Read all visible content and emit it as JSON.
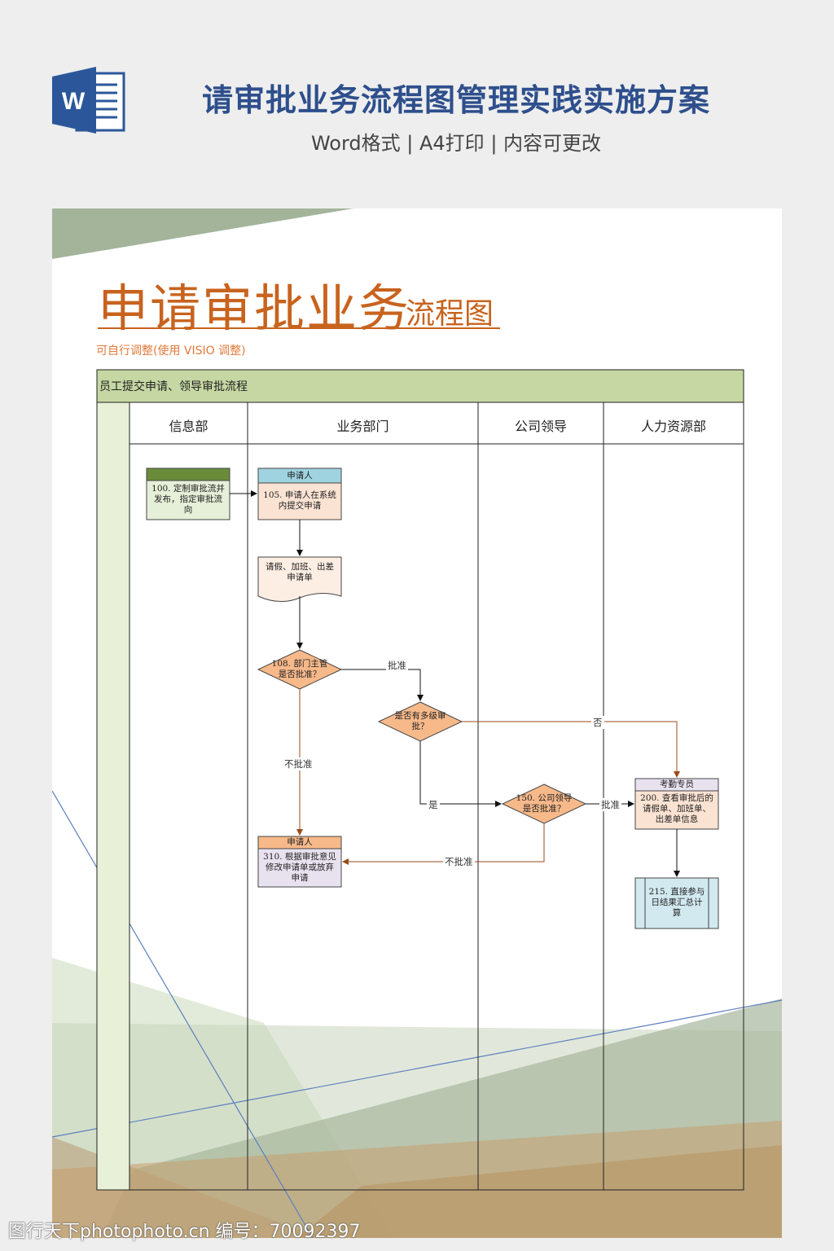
{
  "header": {
    "icon": "word-icon",
    "title": "请审批业务流程图管理实践实施方案",
    "subtitle": "Word格式 | A4打印 | 内容可更改",
    "colors": {
      "title": "#2e4f8c",
      "icon": "#2b579a"
    }
  },
  "document": {
    "title_main": "申请审批业务",
    "title_suffix": "流程图",
    "note": "可自行调整(使用 VISIO 调整)",
    "colors": {
      "title": "#c8631e",
      "swimlane_header": "#c6d7a3",
      "side_strip": "#e8f0d8"
    }
  },
  "swimlane": {
    "title": "员工提交申请、领导审批流程",
    "lanes": [
      "信息部",
      "业务部门",
      "公司领导",
      "人力资源部"
    ]
  },
  "nodes": {
    "n100": {
      "text_1": "100. 定制审批流并",
      "text_2": "发布，指定审批流",
      "text_3": "向"
    },
    "n105": {
      "header": "申请人",
      "text_1": "105. 申请人在系统",
      "text_2": "内提交申请"
    },
    "form": {
      "text_1": "请假、加班、出差",
      "text_2": "申请单"
    },
    "d108": {
      "text_1": "108. 部门主管",
      "text_2": "是否批准？"
    },
    "dmulti": {
      "text_1": "是否有多级审",
      "text_2": "批？"
    },
    "d150": {
      "text_1": "150. 公司领导",
      "text_2": "是否批准？"
    },
    "n200": {
      "header": "考勤专员",
      "text_1": "200. 查看审批后的",
      "text_2": "请假单、加班单、",
      "text_3": "出差单信息"
    },
    "n310": {
      "header": "申请人",
      "text_1": "310. 根据审批意见",
      "text_2": "修改申请单或放弃",
      "text_3": "申请"
    },
    "n215": {
      "text_1": "215. 直接参与",
      "text_2": "日结果汇总计",
      "text_3": "算"
    }
  },
  "edges": {
    "approve_1": "批准",
    "reject_1": "不批准",
    "no": "否",
    "yes": "是",
    "approve_2": "批准",
    "reject_2": "不批准"
  },
  "watermark": "图行天下photophoto.cn  编号：70092397"
}
